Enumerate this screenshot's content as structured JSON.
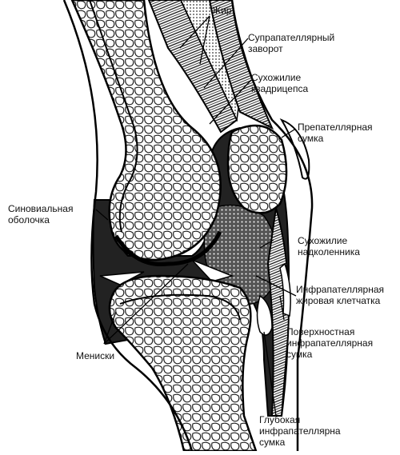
{
  "labels": {
    "fat": "Жир",
    "suprapatellar": [
      "Супрапателлярный",
      "заворот"
    ],
    "quadriceps": [
      "Сухожилие",
      "квадрицепса"
    ],
    "prepatellar": [
      "Препателлярная",
      "сумка"
    ],
    "synovial": [
      "Синовиальная",
      "оболочка"
    ],
    "patellar_tendon": [
      "Сухожилие",
      "надколенника"
    ],
    "infrapatellar_fat": [
      "Инфрапателлярная",
      "жировая клетчатка"
    ],
    "menisci": "Мениски",
    "superficial_bursa": [
      "Поверхностная",
      "инфрапателлярная",
      "сумка"
    ],
    "deep_bursa": [
      "Глубокая",
      "инфрапателлярна",
      "сумка"
    ]
  }
}
